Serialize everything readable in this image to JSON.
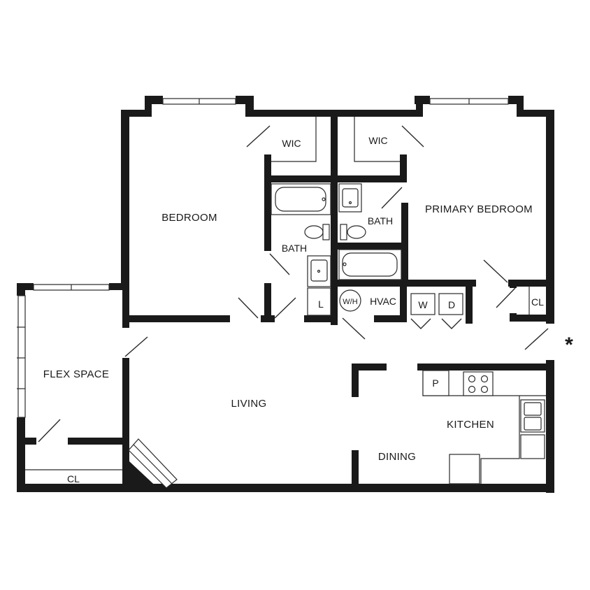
{
  "rooms": {
    "bedroom": "BEDROOM",
    "wic_left": "WIC",
    "wic_right": "WIC",
    "primary_bedroom": "PRIMARY BEDROOM",
    "bath_left": "BATH",
    "bath_right": "BATH",
    "laundry_l": "L",
    "water_heater": "W/H",
    "hvac": "HVAC",
    "washer": "W",
    "dryer": "D",
    "closet_right": "CL",
    "flex_space": "FLEX SPACE",
    "living": "LIVING",
    "pantry": "P",
    "kitchen": "KITCHEN",
    "dining": "DINING",
    "closet_flex": "CL"
  },
  "marker": "*"
}
